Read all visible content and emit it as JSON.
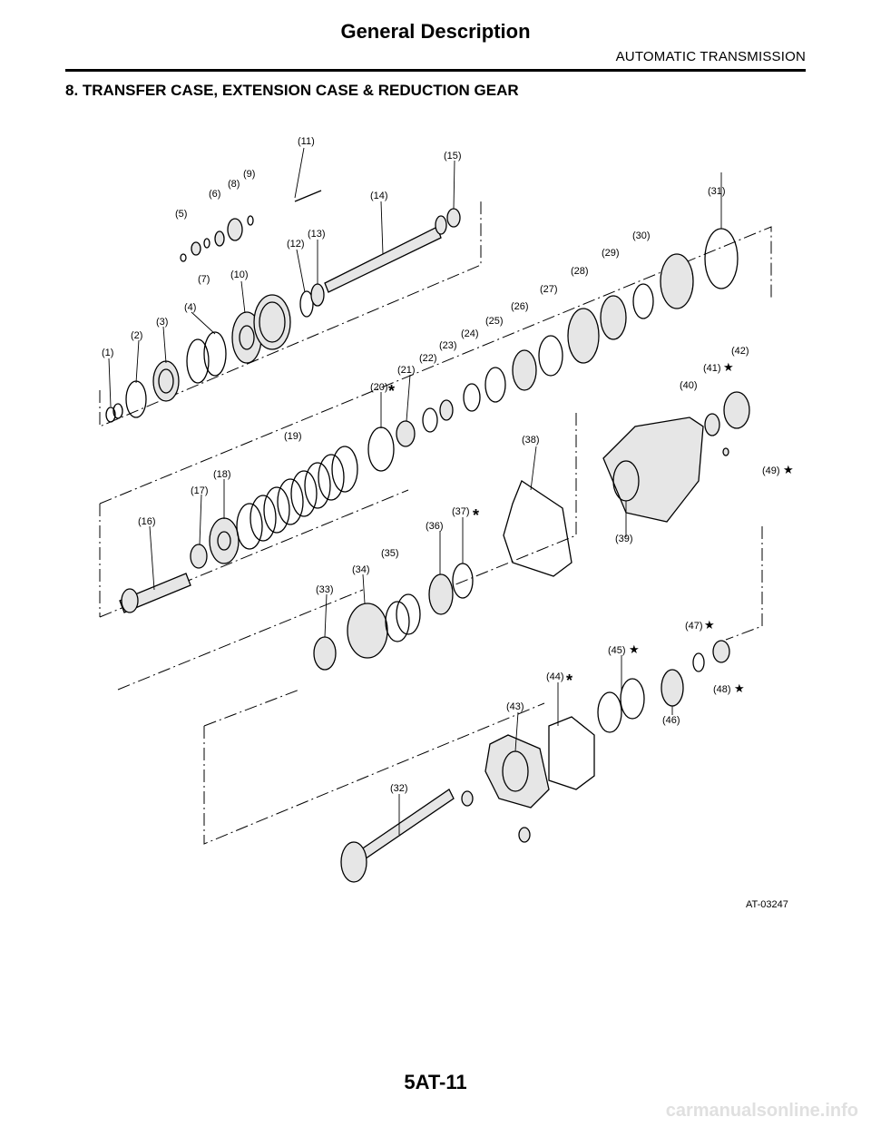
{
  "header": {
    "title": "General Description",
    "subtitle": "AUTOMATIC TRANSMISSION"
  },
  "section": {
    "title": "8.  TRANSFER CASE, EXTENSION CASE & REDUCTION GEAR"
  },
  "figure": {
    "id": "AT-03247",
    "labels": [
      "(1)",
      "(2)",
      "(3)",
      "(4)",
      "(5)",
      "(6)",
      "(7)",
      "(8)",
      "(9)",
      "(10)",
      "(11)",
      "(12)",
      "(13)",
      "(14)",
      "(15)",
      "(16)",
      "(17)",
      "(18)",
      "(19)",
      "(20)",
      "(21)",
      "(22)",
      "(23)",
      "(24)",
      "(25)",
      "(26)",
      "(27)",
      "(28)",
      "(29)",
      "(30)",
      "(31)",
      "(32)",
      "(33)",
      "(34)",
      "(35)",
      "(36)",
      "(37)",
      "(38)",
      "(39)",
      "(40)",
      "(41)",
      "(42)",
      "(43)",
      "(44)",
      "(45)",
      "(46)",
      "(47)",
      "(48)",
      "(49)"
    ],
    "star_symbol": "★",
    "asterisk_symbol": "*"
  },
  "footer": {
    "page_number": "5AT-11",
    "watermark": "carmanualsonline.info"
  }
}
